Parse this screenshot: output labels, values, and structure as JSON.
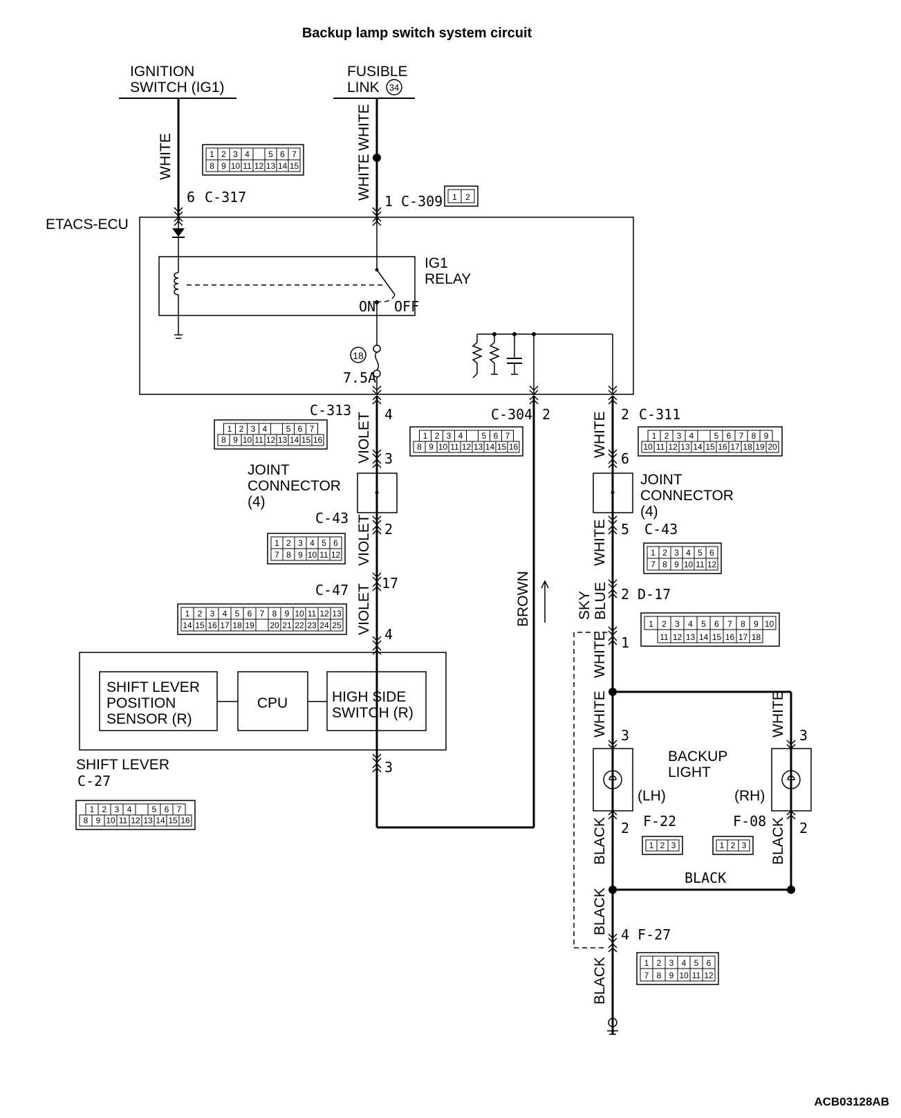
{
  "title": "Backup lamp switch system circuit",
  "figure_id": "ACB03128AB",
  "sources": {
    "ignition": [
      "IGNITION",
      "SWITCH (IG1)"
    ],
    "fusible": [
      "FUSIBLE",
      "LINK"
    ],
    "fusible_number": "34"
  },
  "ecu": {
    "name": "ETACS-ECU",
    "relay": [
      "IG1",
      "RELAY"
    ],
    "relay_on": "ON",
    "relay_off": "OFF",
    "fuse_number": "18",
    "fuse_rating": "7.5A"
  },
  "connectors": {
    "c317": {
      "id": "C-317",
      "pin": "6",
      "rows": [
        [
          "1",
          "2",
          "3",
          "4",
          "",
          "5",
          "6",
          "7"
        ],
        [
          "8",
          "9",
          "10",
          "11",
          "12",
          "13",
          "14",
          "15"
        ]
      ]
    },
    "c309": {
      "id": "C-309",
      "pin": "1",
      "rows": [
        [
          "1",
          "2"
        ]
      ]
    },
    "c313": {
      "id": "C-313",
      "pin": "4",
      "rows": [
        [
          "1",
          "2",
          "3",
          "4",
          "",
          "5",
          "6",
          "7"
        ],
        [
          "8",
          "9",
          "10",
          "11",
          "12",
          "13",
          "14",
          "15",
          "16"
        ]
      ]
    },
    "c304": {
      "id": "C-304",
      "pin": "2",
      "rows": [
        [
          "1",
          "2",
          "3",
          "4",
          "",
          "5",
          "6",
          "7"
        ],
        [
          "8",
          "9",
          "10",
          "11",
          "12",
          "13",
          "14",
          "15",
          "16"
        ]
      ]
    },
    "c311": {
      "id": "C-311",
      "pin": "2",
      "rows": [
        [
          "1",
          "2",
          "3",
          "4",
          "",
          "5",
          "6",
          "7",
          "8",
          "9"
        ],
        [
          "10",
          "11",
          "12",
          "13",
          "14",
          "15",
          "16",
          "17",
          "18",
          "19",
          "20"
        ]
      ]
    },
    "c43_left": {
      "id": "C-43",
      "pin": "2",
      "rows": [
        [
          "1",
          "2",
          "3",
          "4",
          "5",
          "6"
        ],
        [
          "7",
          "8",
          "9",
          "10",
          "11",
          "12"
        ]
      ]
    },
    "c43_right": {
      "id": "C-43",
      "pin": "5",
      "rows": [
        [
          "1",
          "2",
          "3",
          "4",
          "5",
          "6"
        ],
        [
          "7",
          "8",
          "9",
          "10",
          "11",
          "12"
        ]
      ]
    },
    "c47": {
      "id": "C-47",
      "pin_top": "17",
      "pin_bottom": "4",
      "rows": [
        [
          "1",
          "2",
          "3",
          "4",
          "5",
          "6",
          "7",
          "8",
          "9",
          "10",
          "11",
          "12",
          "13"
        ],
        [
          "14",
          "15",
          "16",
          "17",
          "18",
          "19",
          "",
          "20",
          "21",
          "22",
          "23",
          "24",
          "25"
        ]
      ]
    },
    "d17": {
      "id": "D-17",
      "pin_top": "2",
      "pin_bottom": "1",
      "rows": [
        [
          "1",
          "2",
          "3",
          "4",
          "5",
          "6",
          "7",
          "8",
          "9",
          "10"
        ],
        [
          "11",
          "12",
          "13",
          "14",
          "15",
          "16",
          "17",
          "18"
        ]
      ]
    },
    "c27": {
      "id": "C-27",
      "rows": [
        [
          "1",
          "2",
          "3",
          "4",
          "",
          "5",
          "6",
          "7"
        ],
        [
          "8",
          "9",
          "10",
          "11",
          "12",
          "13",
          "14",
          "15",
          "16"
        ]
      ]
    },
    "f22": {
      "id": "F-22",
      "rows": [
        [
          "1",
          "2",
          "3"
        ]
      ]
    },
    "f08": {
      "id": "F-08",
      "rows": [
        [
          "1",
          "2",
          "3"
        ]
      ]
    },
    "f27": {
      "id": "F-27",
      "pin": "4",
      "rows": [
        [
          "1",
          "2",
          "3",
          "4",
          "5",
          "6"
        ],
        [
          "7",
          "8",
          "9",
          "10",
          "11",
          "12"
        ]
      ]
    }
  },
  "joint_connectors": {
    "left": {
      "label": [
        "JOINT",
        "CONNECTOR",
        "(4)"
      ],
      "pin_top": "3",
      "pin_bottom": "2"
    },
    "right": {
      "label": [
        "JOINT",
        "CONNECTOR",
        "(4)"
      ],
      "pin_top": "6",
      "pin_bottom": "5"
    }
  },
  "shift_lever": {
    "name": "SHIFT LEVER",
    "connector": "C-27",
    "sensor": [
      "SHIFT LEVER",
      "POSITION",
      "SENSOR (R)"
    ],
    "cpu": "CPU",
    "switch": [
      "HIGH SIDE",
      "SWITCH (R)"
    ],
    "pin": "3"
  },
  "backup_light": {
    "label": [
      "BACKUP",
      "LIGHT"
    ],
    "lh": "(LH)",
    "rh": "(RH)",
    "pin_top": "3",
    "pin_bottom": "2"
  },
  "wires": {
    "white": "WHITE",
    "violet": "VIOLET",
    "brown": "BROWN",
    "sky_blue": [
      "SKY",
      "BLUE"
    ],
    "black": "BLACK"
  }
}
